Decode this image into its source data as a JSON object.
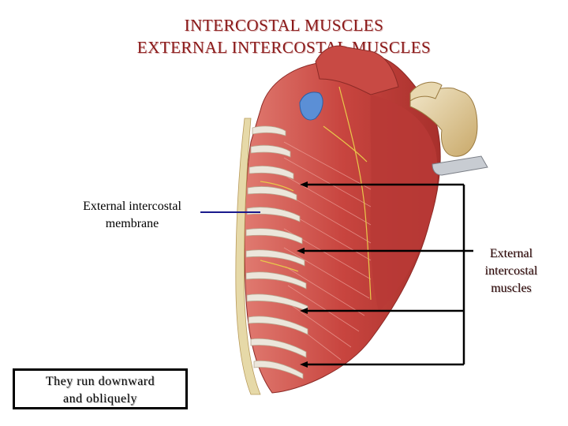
{
  "title": {
    "line1": "INTERCOSTAL MUSCLES",
    "line2": "EXTERNAL INTERCOSTAL MUSCLES"
  },
  "labels": {
    "membrane_line1": "External intercostal",
    "membrane_line2": "membrane",
    "muscles_line1": "External",
    "muscles_line2": "intercostal",
    "muscles_line3": "muscles"
  },
  "note": {
    "line1": "They run downward",
    "line2": "and obliquely"
  },
  "colors": {
    "title": "#8b1a1a",
    "muscle": "#c8504a",
    "rib": "#e9e2d6",
    "pointer_membrane": "#1a1a8c",
    "pointer_muscle": "#000000"
  }
}
